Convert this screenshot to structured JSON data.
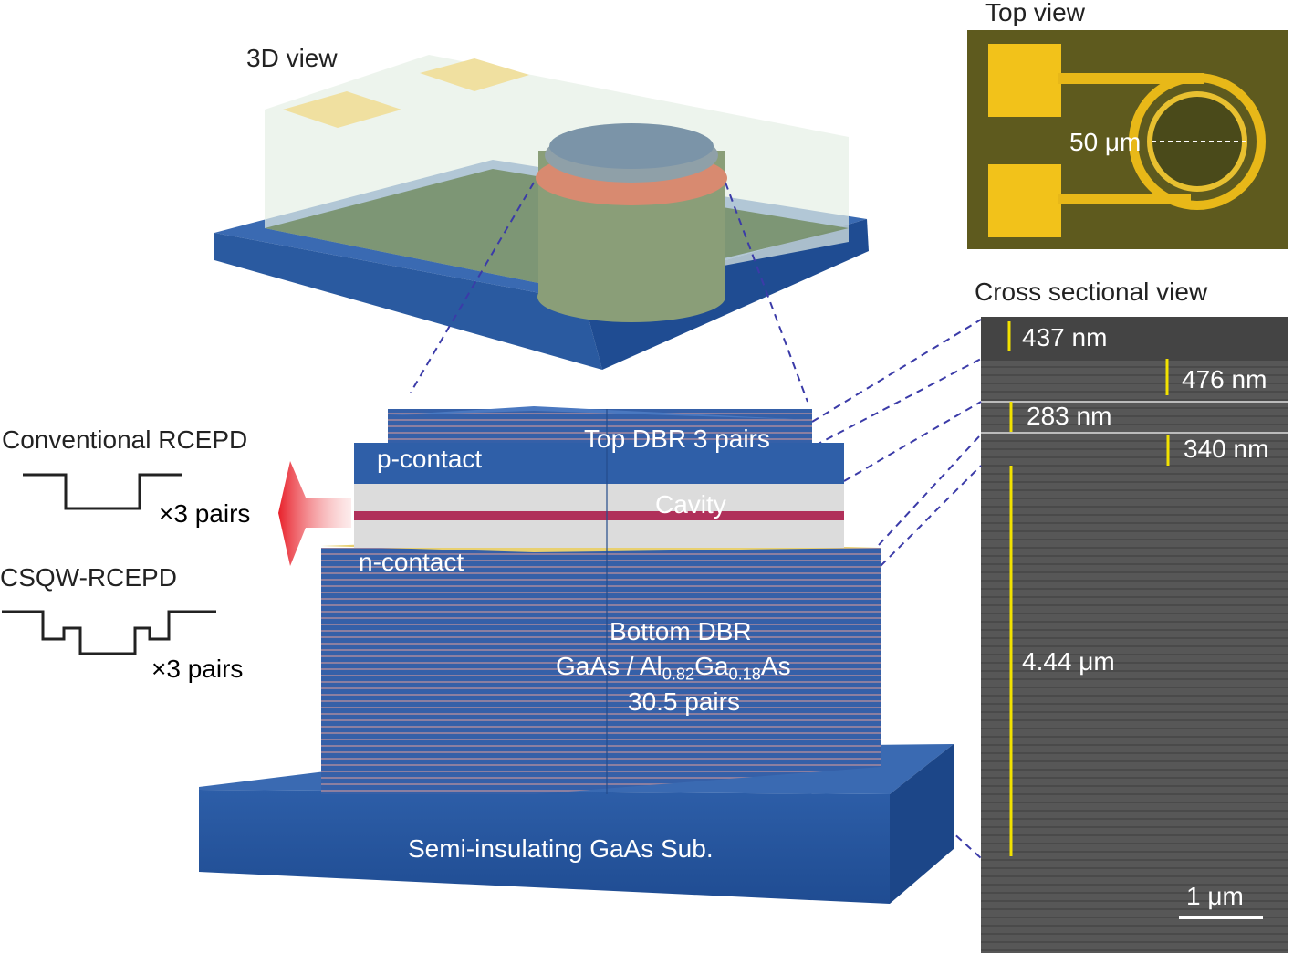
{
  "panels": {
    "view_3d": {
      "title": "3D view"
    },
    "top_view": {
      "title": "Top view",
      "scale_label": "50 μm"
    },
    "cross_section": {
      "title": "Cross sectional view",
      "measurements": [
        "437 nm",
        "476 nm",
        "283 nm",
        "340 nm",
        "4.44 μm"
      ],
      "scale_bar": "1 μm"
    }
  },
  "device": {
    "top_dbr": "Top DBR 3 pairs",
    "p_contact": "p-contact",
    "cavity": "Cavity",
    "n_contact": "n-contact",
    "bottom_dbr": {
      "line1": "Bottom DBR",
      "line2_prefix": "GaAs / Al",
      "sub1": "0.82",
      "mid": "Ga",
      "sub2": "0.18",
      "suffix": "As",
      "line3": "30.5 pairs"
    },
    "substrate": "Semi-insulating GaAs Sub."
  },
  "band_diagrams": {
    "conventional": {
      "title": "Conventional RCEPD",
      "pairs": "×3 pairs"
    },
    "csqw": {
      "title": "CSQW-RCEPD",
      "pairs": "×3 pairs"
    }
  },
  "colors": {
    "blue": "#2f5fa8",
    "cavity_red": "#b0305a",
    "arrow_red": "#e8202a",
    "yellow": "#f2e200",
    "sem_gray": "#575757"
  }
}
